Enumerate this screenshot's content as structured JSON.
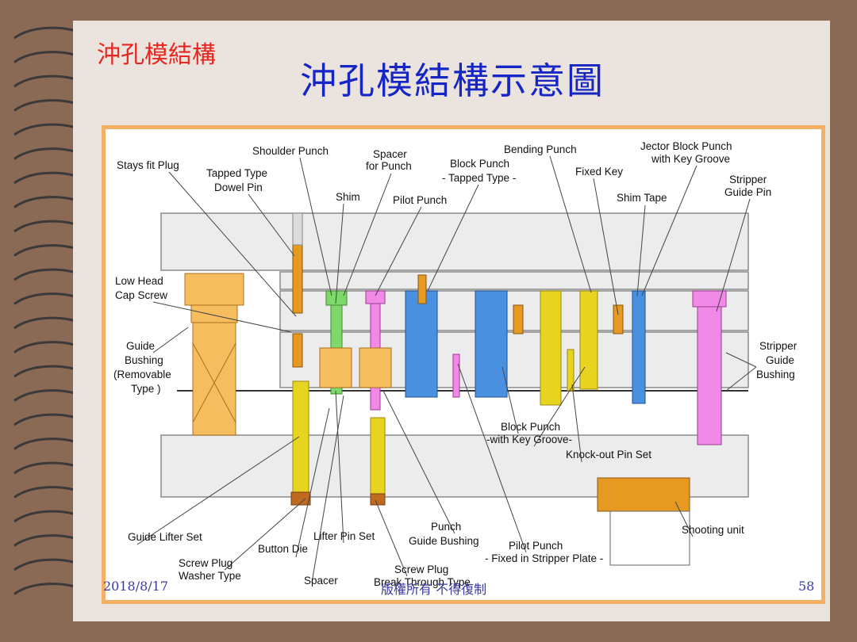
{
  "slide": {
    "section_title": "沖孔模結構",
    "main_title": "沖孔模結構示意圖",
    "footer_date": "2018/8/17",
    "footer_copyright": "版權所有 不得復制",
    "page_number": "58"
  },
  "diagram": {
    "labels": {
      "stays_fit_plug": "Stays fit Plug",
      "shoulder_punch": "Shoulder Punch",
      "tapped_type_dowel_pin_1": "Tapped Type",
      "tapped_type_dowel_pin_2": "Dowel Pin",
      "spacer_for_punch_1": "Spacer",
      "spacer_for_punch_2": "for Punch",
      "shim": "Shim",
      "block_punch_tapped_1": "Block Punch",
      "block_punch_tapped_2": "- Tapped Type -",
      "pilot_punch": "Pilot Punch",
      "bending_punch": "Bending Punch",
      "fixed_key": "Fixed Key",
      "jector_block_punch_1": "Jector Block Punch",
      "jector_block_punch_2": "with Key Groove",
      "shim_tape": "Shim Tape",
      "stripper_guide_pin_1": "Stripper",
      "stripper_guide_pin_2": "Guide Pin",
      "low_head_cap_screw_1": "Low Head",
      "low_head_cap_screw_2": "Cap Screw",
      "guide_bushing_1": "Guide",
      "guide_bushing_2": "Bushing",
      "guide_bushing_3": "(Removable",
      "guide_bushing_4": "Type )",
      "stripper_guide_bushing_1": "Stripper",
      "stripper_guide_bushing_2": "Guide",
      "stripper_guide_bushing_3": "Bushing",
      "block_punch_key_1": "Block Punch",
      "block_punch_key_2": "-with Key Groove-",
      "knock_out_pin_set": "Knock-out Pin Set",
      "guide_lifter_set": "Guide Lifter Set",
      "lifter_pin_set": "Lifter Pin Set",
      "button_die": "Button Die",
      "punch_guide_bushing_1": "Punch",
      "punch_guide_bushing_2": "Guide Bushing",
      "shooting_unit": "Shooting unit",
      "pilot_punch_fixed_1": "Pilot Punch",
      "pilot_punch_fixed_2": "- Fixed in Stripper Plate -",
      "screw_plug_washer_1": "Screw Plug",
      "screw_plug_washer_2": "Washer Type",
      "spacer": "Spacer",
      "screw_plug_break_1": "Screw Plug",
      "screw_plug_break_2": "Break Through Type"
    },
    "colors": {
      "frame": "#f4b067",
      "plate_fill": "#ececec",
      "plate_stroke": "#8a8a8a",
      "orange_part": "#e79a22",
      "green_punch": "#7fd86a",
      "pink_punch": "#f08ae6",
      "blue_block": "#4a90e0",
      "yellow_part": "#e6d420",
      "bushing_tan": "#f6bd5e"
    }
  }
}
